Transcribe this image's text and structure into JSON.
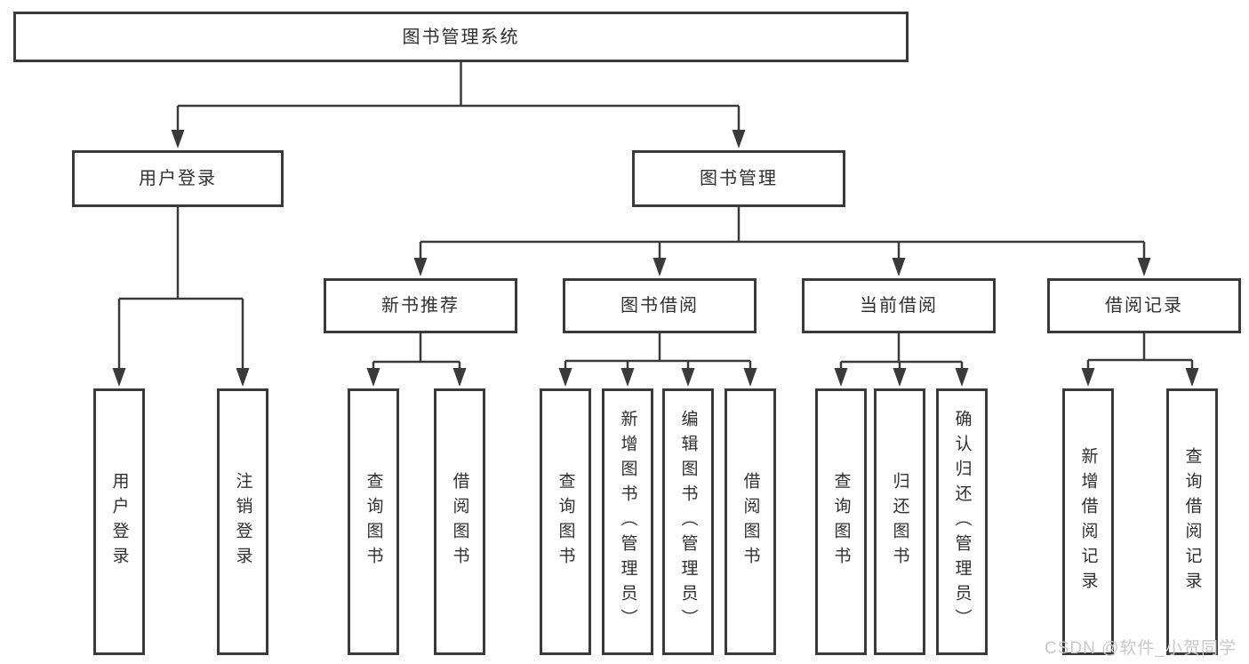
{
  "colors": {
    "line": "#3a3a3a",
    "box_border": "#3a3a3a",
    "text": "#303030",
    "watermark": "#c8c8c8",
    "background": "#ffffff"
  },
  "watermark": {
    "text": "CSDN @软件_小贺同学"
  },
  "tree": {
    "root": "图书管理系统",
    "login_branch": {
      "label": "用户登录",
      "children": [
        "用户登录",
        "注销登录"
      ]
    },
    "mgmt_branch": {
      "label": "图书管理",
      "groups": [
        {
          "label": "新书推荐",
          "children": [
            "查询图书",
            "借阅图书"
          ]
        },
        {
          "label": "图书借阅",
          "children": [
            "查询图书",
            "新增图书（管理员）",
            "编辑图书（管理员）",
            "借阅图书"
          ]
        },
        {
          "label": "当前借阅",
          "children": [
            "查询图书",
            "归还图书",
            "确认归还（管理员）"
          ]
        },
        {
          "label": "借阅记录",
          "children": [
            "新增借阅记录",
            "查询借阅记录"
          ]
        }
      ]
    }
  }
}
